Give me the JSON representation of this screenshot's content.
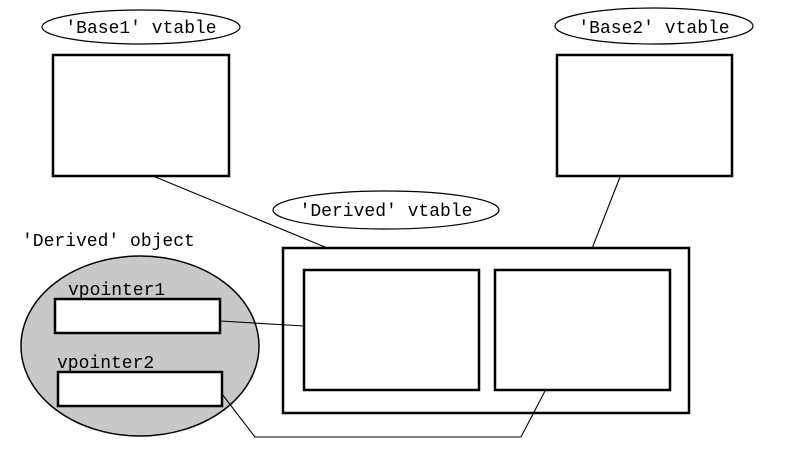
{
  "diagram": {
    "base1_vtable": {
      "label": "'Base1' vtable"
    },
    "base2_vtable": {
      "label": "'Base2' vtable"
    },
    "derived_vtable": {
      "label": "'Derived' vtable"
    },
    "derived_object": {
      "label": "'Derived' object",
      "fields": [
        {
          "label": "vpointer1"
        },
        {
          "label": "vpointer2"
        }
      ]
    },
    "colors": {
      "object_fill": "#c8c8c8",
      "stroke": "#000000",
      "background": "#ffffff"
    }
  }
}
